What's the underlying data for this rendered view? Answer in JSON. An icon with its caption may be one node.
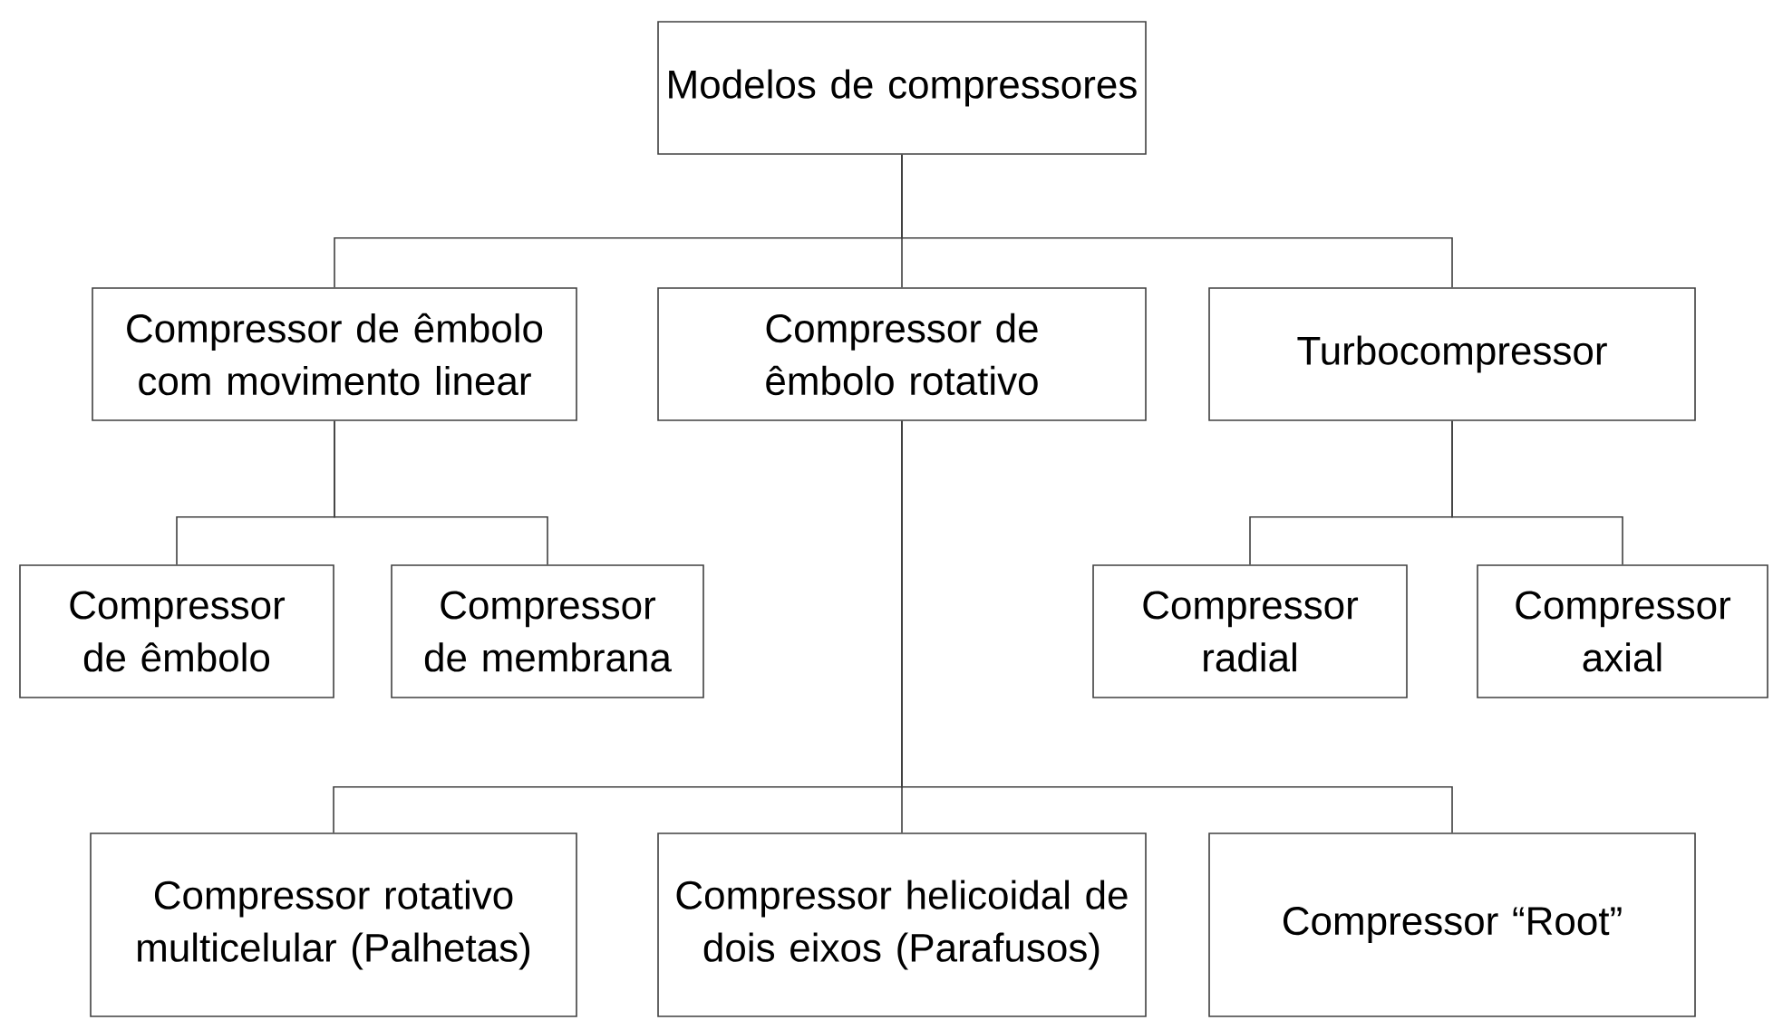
{
  "diagram": {
    "nodes": [
      {
        "text": [
          "Modelos de compressores"
        ]
      },
      {
        "text": [
          "Compressor de êmbolo com movimento linear"
        ]
      },
      {
        "text": [
          "Compressor de êmbolo rotativo"
        ]
      },
      {
        "text": [
          "Turbocompressor"
        ]
      },
      {
        "text": [
          "Compressor de êmbolo"
        ]
      },
      {
        "text": [
          "Compressor de membrana"
        ]
      },
      {
        "text": [
          "Compressor radial"
        ]
      },
      {
        "text": [
          "Compressor axial"
        ]
      },
      {
        "text": [
          "Compressor rotativo multicelular (Palhetas)"
        ]
      },
      {
        "text": [
          "Compressor helicoidal de dois eixos (Parafusos)"
        ]
      },
      {
        "text": [
          "Compressor “Root”"
        ]
      }
    ],
    "edges": [
      {
        "from": 0,
        "to": 1,
        "arrow": "none"
      },
      {
        "from": 0,
        "to": 2,
        "arrow": "none"
      },
      {
        "from": 0,
        "to": 3,
        "arrow": "none"
      },
      {
        "from": 1,
        "to": 4,
        "arrow": "none"
      },
      {
        "from": 1,
        "to": 5,
        "arrow": "none"
      },
      {
        "from": 3,
        "to": 6,
        "arrow": "none"
      },
      {
        "from": 3,
        "to": 7,
        "arrow": "none"
      },
      {
        "from": 2,
        "to": 8,
        "arrow": "none"
      },
      {
        "from": 2,
        "to": 9,
        "arrow": "none"
      },
      {
        "from": 2,
        "to": 10,
        "arrow": "none"
      }
    ]
  }
}
